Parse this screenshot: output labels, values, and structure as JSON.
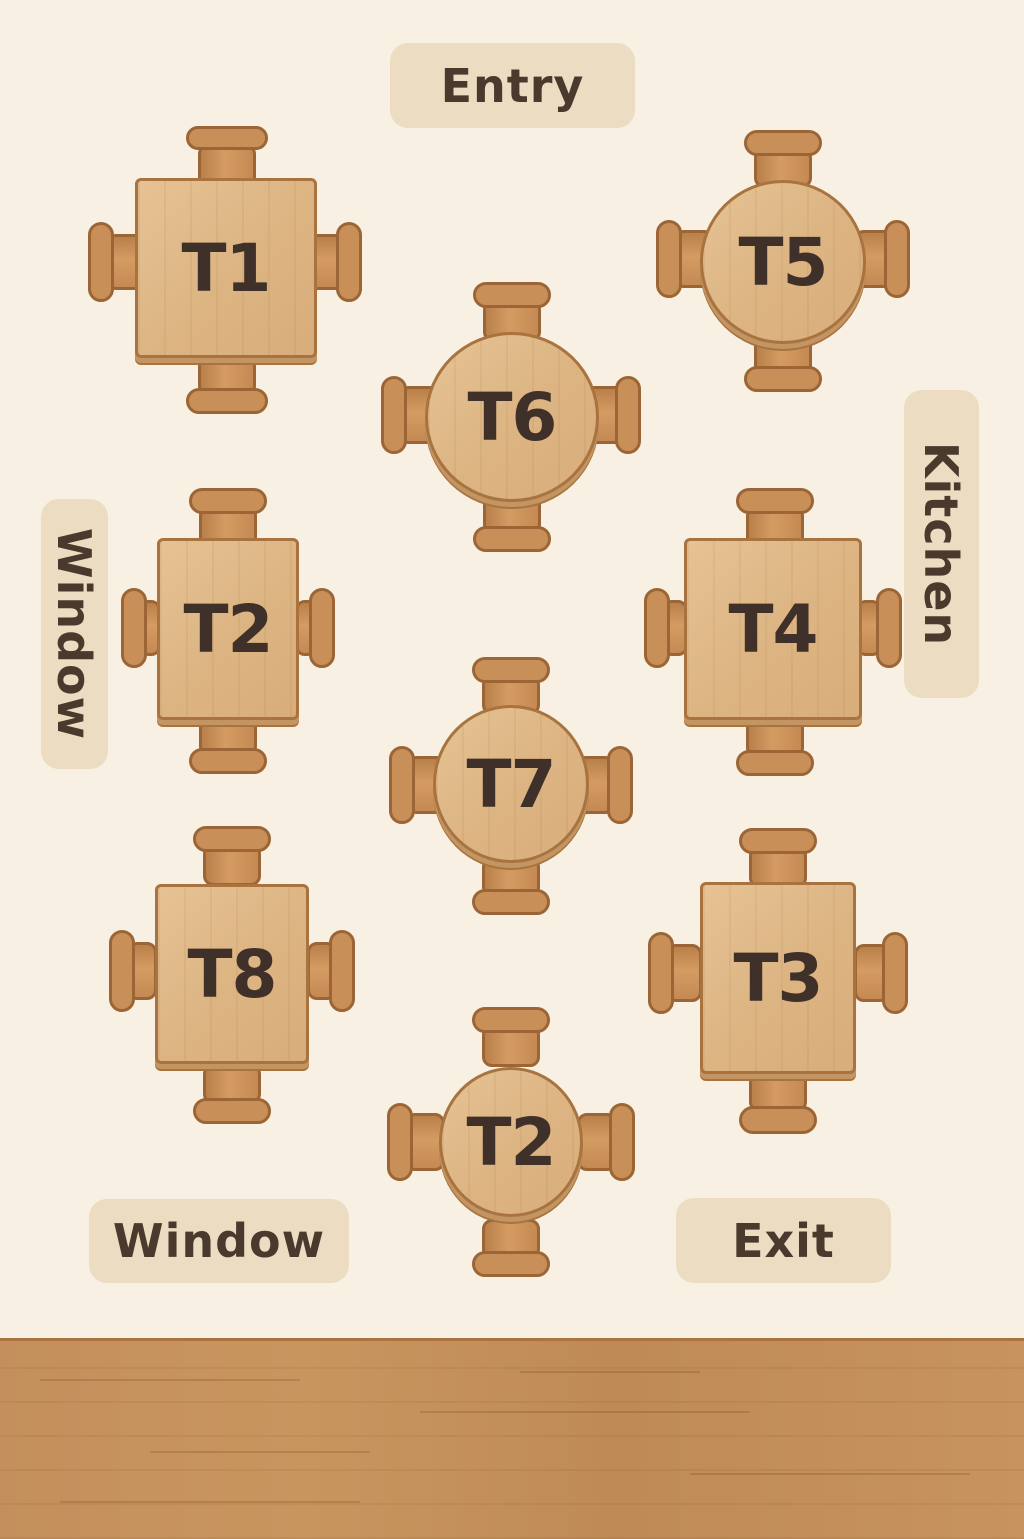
{
  "zones": {
    "entry": "Entry",
    "kitchen": "Kitchen",
    "window_side": "Window",
    "window_bottom": "Window",
    "exit": "Exit"
  },
  "tables": [
    {
      "id": "t1",
      "label": "T1",
      "shape": "square"
    },
    {
      "id": "t5",
      "label": "T5",
      "shape": "round"
    },
    {
      "id": "t6",
      "label": "T6",
      "shape": "round"
    },
    {
      "id": "t2a",
      "label": "T2",
      "shape": "square"
    },
    {
      "id": "t4",
      "label": "T4",
      "shape": "square"
    },
    {
      "id": "t7",
      "label": "T7",
      "shape": "round"
    },
    {
      "id": "t8",
      "label": "T8",
      "shape": "square"
    },
    {
      "id": "t3",
      "label": "T3",
      "shape": "square"
    },
    {
      "id": "t2b",
      "label": "T2",
      "shape": "round"
    }
  ],
  "colors": {
    "background": "#f7f0e3",
    "label_bg": "#ecdcc1",
    "table_wood": "#dcb482",
    "chair_wood": "#c98f58",
    "text": "#3f3129",
    "floor_wood": "#c48f5c"
  }
}
